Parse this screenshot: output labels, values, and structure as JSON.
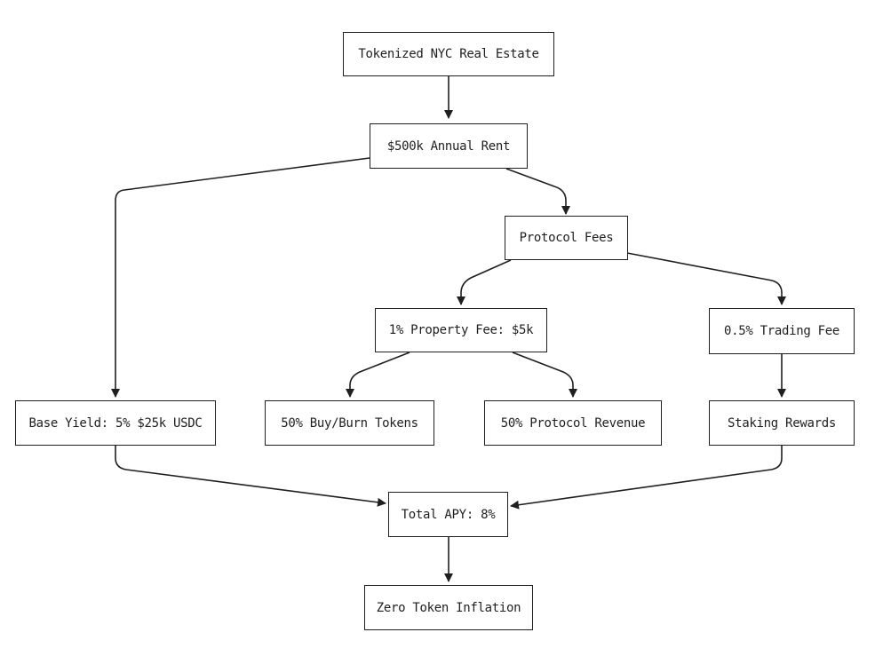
{
  "nodes": {
    "real_estate": "Tokenized NYC Real Estate",
    "annual_rent": "$500k Annual Rent",
    "protocol_fees": "Protocol Fees",
    "property_fee": "1% Property Fee: $5k",
    "trading_fee": "0.5% Trading Fee",
    "base_yield": "Base Yield: 5% $25k USDC",
    "buy_burn": "50% Buy/Burn Tokens",
    "protocol_revenue": "50% Protocol Revenue",
    "staking_rewards": "Staking Rewards",
    "total_apy": "Total APY: 8%",
    "zero_inflation": "Zero Token Inflation"
  },
  "edges": [
    {
      "from": "real_estate",
      "to": "annual_rent"
    },
    {
      "from": "annual_rent",
      "to": "base_yield"
    },
    {
      "from": "annual_rent",
      "to": "protocol_fees"
    },
    {
      "from": "protocol_fees",
      "to": "property_fee"
    },
    {
      "from": "protocol_fees",
      "to": "trading_fee"
    },
    {
      "from": "property_fee",
      "to": "buy_burn"
    },
    {
      "from": "property_fee",
      "to": "protocol_revenue"
    },
    {
      "from": "trading_fee",
      "to": "staking_rewards"
    },
    {
      "from": "base_yield",
      "to": "total_apy"
    },
    {
      "from": "staking_rewards",
      "to": "total_apy"
    },
    {
      "from": "total_apy",
      "to": "zero_inflation"
    }
  ],
  "colors": {
    "stroke": "#1f1f1f",
    "background": "#ffffff"
  }
}
